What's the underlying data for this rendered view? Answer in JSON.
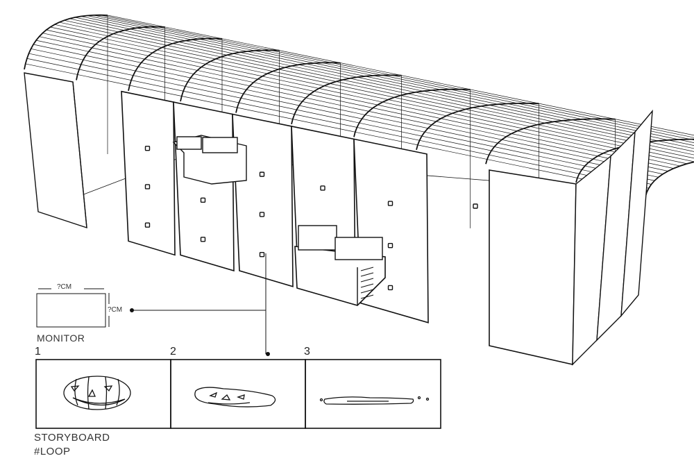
{
  "monitor": {
    "width_label": "?CM",
    "height_label": "?CM",
    "title": "MONITOR"
  },
  "storyboard": {
    "frames": [
      {
        "number": "1"
      },
      {
        "number": "2"
      },
      {
        "number": "3"
      }
    ],
    "title": "STORYBOARD",
    "subtitle": "#LOOP"
  },
  "colors": {
    "line": "#111111",
    "background": "#ffffff"
  }
}
